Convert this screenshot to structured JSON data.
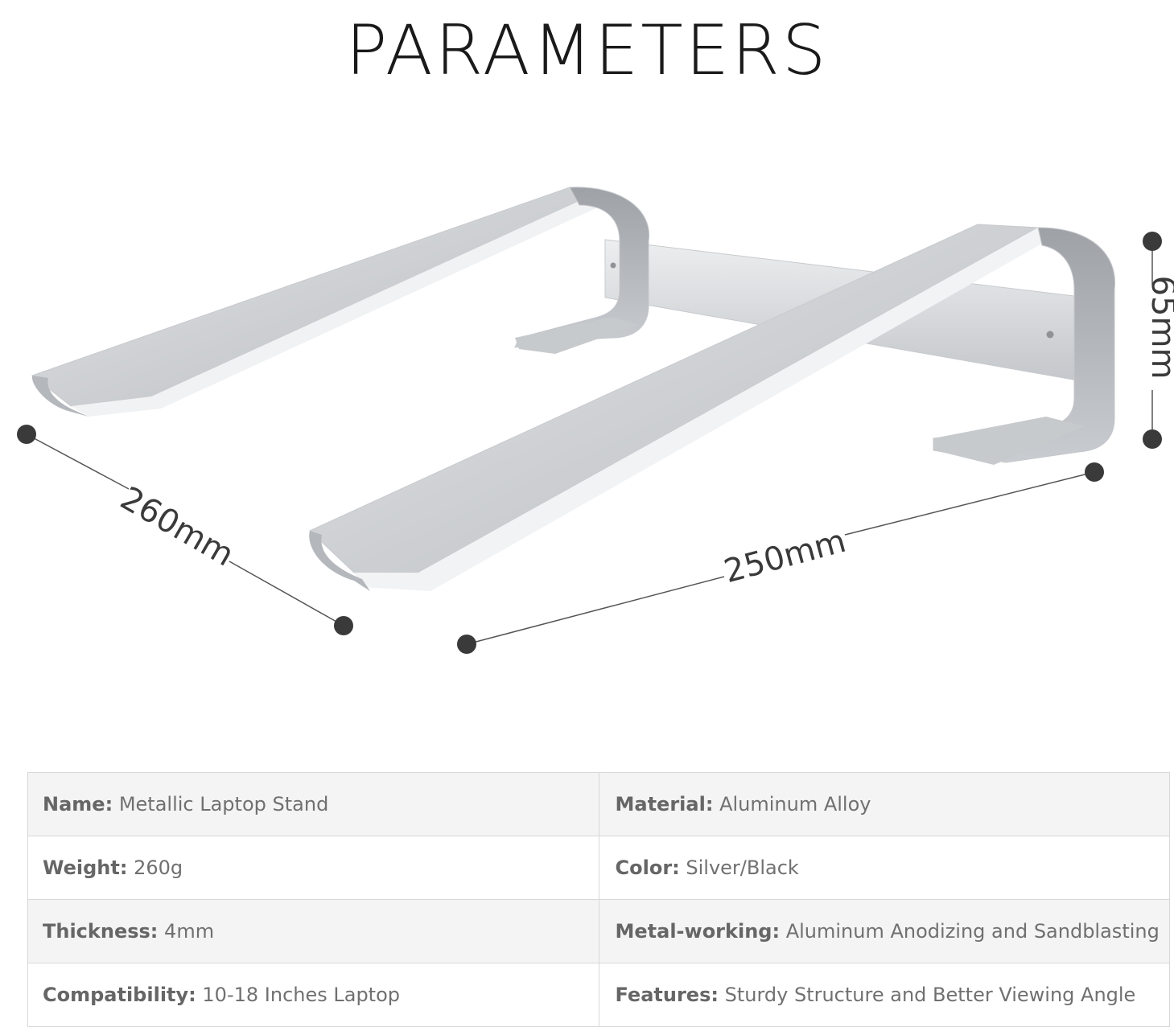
{
  "title": "PARAMETERS",
  "dimensions": {
    "depth": "260mm",
    "width": "250mm",
    "height": "65mm"
  },
  "specs": [
    [
      {
        "key": "Name:",
        "value": "Metallic Laptop Stand"
      },
      {
        "key": "Material:",
        "value": "Aluminum Alloy"
      }
    ],
    [
      {
        "key": "Weight:",
        "value": "260g"
      },
      {
        "key": "Color:",
        "value": "Silver/Black"
      }
    ],
    [
      {
        "key": "Thickness:",
        "value": "4mm"
      },
      {
        "key": "Metal-working:",
        "value": "Aluminum Anodizing and Sandblasting"
      }
    ],
    [
      {
        "key": "Compatibility:",
        "value": "10-18 Inches Laptop"
      },
      {
        "key": "Features:",
        "value": "Sturdy Structure and Better Viewing Angle"
      }
    ]
  ],
  "colors": {
    "metal_light": "#d4d6d9",
    "metal_dark": "#a9adb2",
    "table_border": "#d8d8d8",
    "table_stripe": "#f4f4f4",
    "text": "#707070"
  }
}
